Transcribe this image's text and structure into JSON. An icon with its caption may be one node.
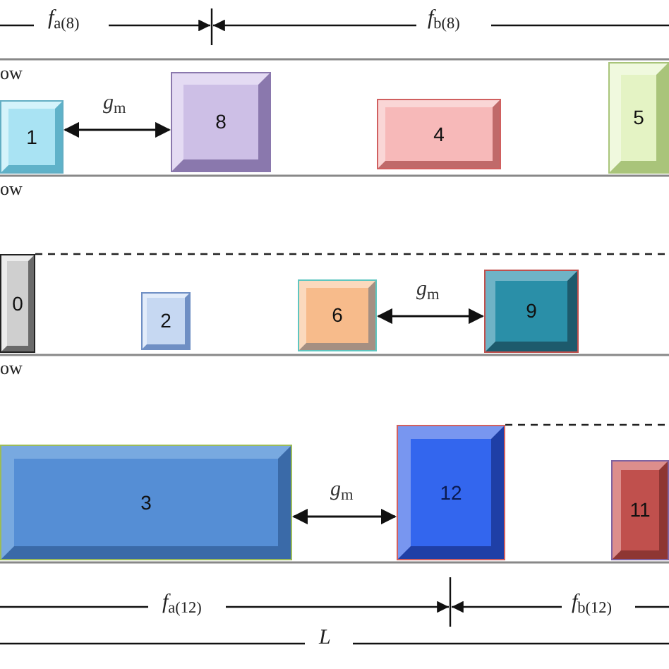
{
  "diagram": {
    "nodes": [
      {
        "text": [
          "1"
        ]
      },
      {
        "text": [
          "8"
        ]
      },
      {
        "text": [
          "4"
        ]
      },
      {
        "text": [
          "5"
        ]
      },
      {
        "text": [
          "0"
        ]
      },
      {
        "text": [
          "2"
        ]
      },
      {
        "text": [
          "6"
        ]
      },
      {
        "text": [
          "9"
        ]
      },
      {
        "text": [
          "3"
        ]
      },
      {
        "text": [
          "12"
        ]
      },
      {
        "text": [
          "11"
        ]
      }
    ],
    "edges": [
      {
        "from": 0,
        "to": 1,
        "arrow": "both",
        "label": "*g*$_{m}$"
      },
      {
        "from": 6,
        "to": 7,
        "arrow": "both",
        "label": "*g*$_{m}$"
      },
      {
        "from": 8,
        "to": 9,
        "arrow": "both",
        "label": "*g*$_{m}$"
      }
    ],
    "labels": [
      "*f*$_{a(8)}$",
      "*f*$_{b(8)}$",
      "ow",
      "ow",
      "ow",
      "*f*$_{a(12)}$",
      "*f*$_{b(12)}$",
      "*L*"
    ]
  }
}
